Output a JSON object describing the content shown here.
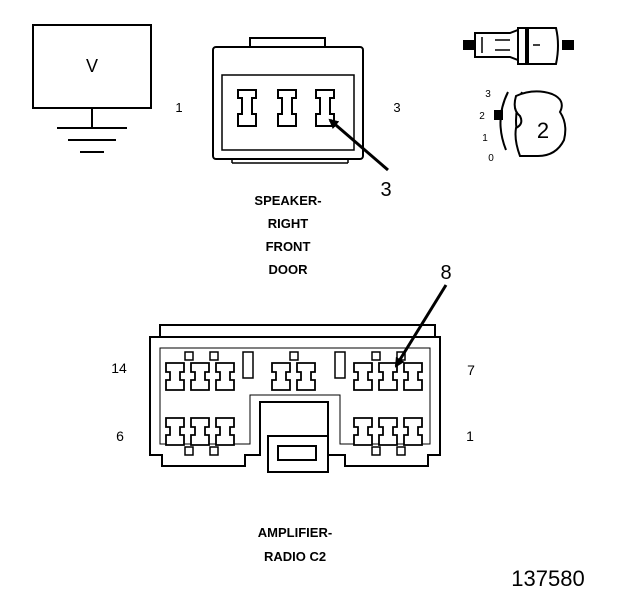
{
  "meter": {
    "symbol": "V"
  },
  "speaker_connector": {
    "pin_left": "1",
    "pin_right": "3",
    "callout": "3",
    "label_lines": [
      "SPEAKER-",
      "RIGHT",
      "FRONT",
      "DOOR"
    ]
  },
  "probe_legend": {
    "ticks": [
      "3",
      "2",
      "1",
      "0"
    ],
    "callout": "2"
  },
  "amplifier_connector": {
    "pin_top_left": "14",
    "pin_top_right": "7",
    "pin_bottom_left": "6",
    "pin_bottom_right": "1",
    "callout": "8",
    "label_lines": [
      "AMPLIFIER-",
      "RADIO C2"
    ]
  },
  "figure_id": "137580",
  "colors": {
    "ink": "#000000",
    "paper": "#ffffff"
  }
}
